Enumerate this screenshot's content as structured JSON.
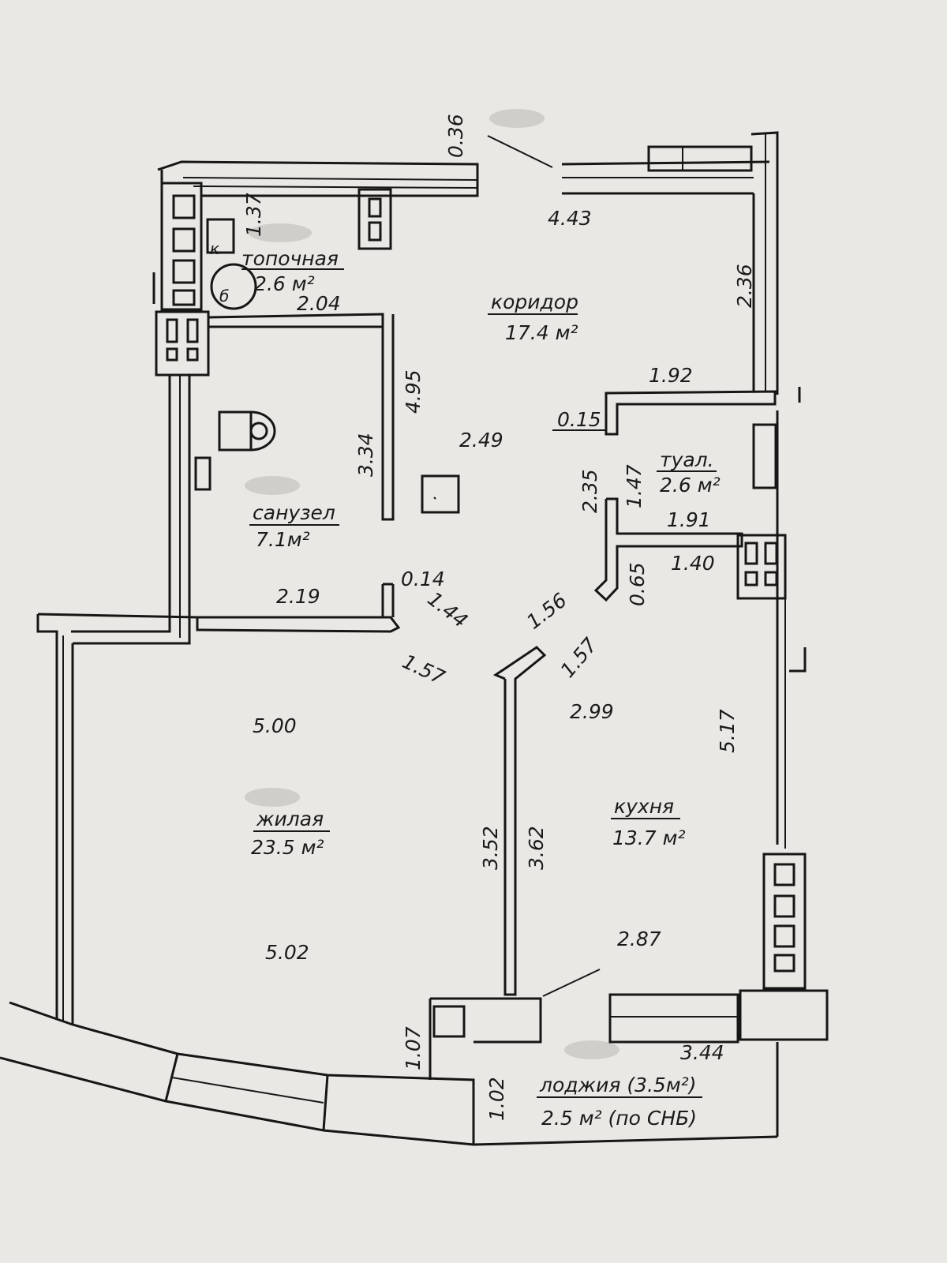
{
  "rooms": {
    "boiler": {
      "name": "топочная",
      "area": "2.6 м²"
    },
    "corridor": {
      "name": "коридор",
      "area": "17.4 м²"
    },
    "toilet": {
      "name": "туал.",
      "area": "2.6 м²"
    },
    "bathroom": {
      "name": "санузел",
      "area": "7.1м²"
    },
    "living": {
      "name": "жилая",
      "area": "23.5 м²"
    },
    "kitchen": {
      "name": "кухня",
      "area": "13.7 м²"
    },
    "loggia": {
      "name": "лоджия (3.5м²)",
      "area": "2.5 м² (по СНБ)"
    }
  },
  "symbols": {
    "boiler_k": "к",
    "boiler_b": "б"
  },
  "dimensions": {
    "d_036": "0.36",
    "d_443": "4.43",
    "d_137": "1.37",
    "d_204": "2.04",
    "d_236": "2.36",
    "d_192": "1.92",
    "d_015": "0.15",
    "d_495": "4.95",
    "d_334": "3.34",
    "d_249": "2.49",
    "d_235": "2.35",
    "d_147": "1.47",
    "d_191": "1.91",
    "d_140": "1.40",
    "d_065": "0.65",
    "d_014": "0.14",
    "d_219": "2.19",
    "d_144": "1.44",
    "d_156": "1.56",
    "d_157a": "1.57",
    "d_157b": "1.57",
    "d_500": "5.00",
    "d_299": "2.99",
    "d_517": "5.17",
    "d_352": "3.52",
    "d_362": "3.62",
    "d_502": "5.02",
    "d_287": "2.87",
    "d_107": "1.07",
    "d_102": "1.02",
    "d_344": "3.44"
  }
}
